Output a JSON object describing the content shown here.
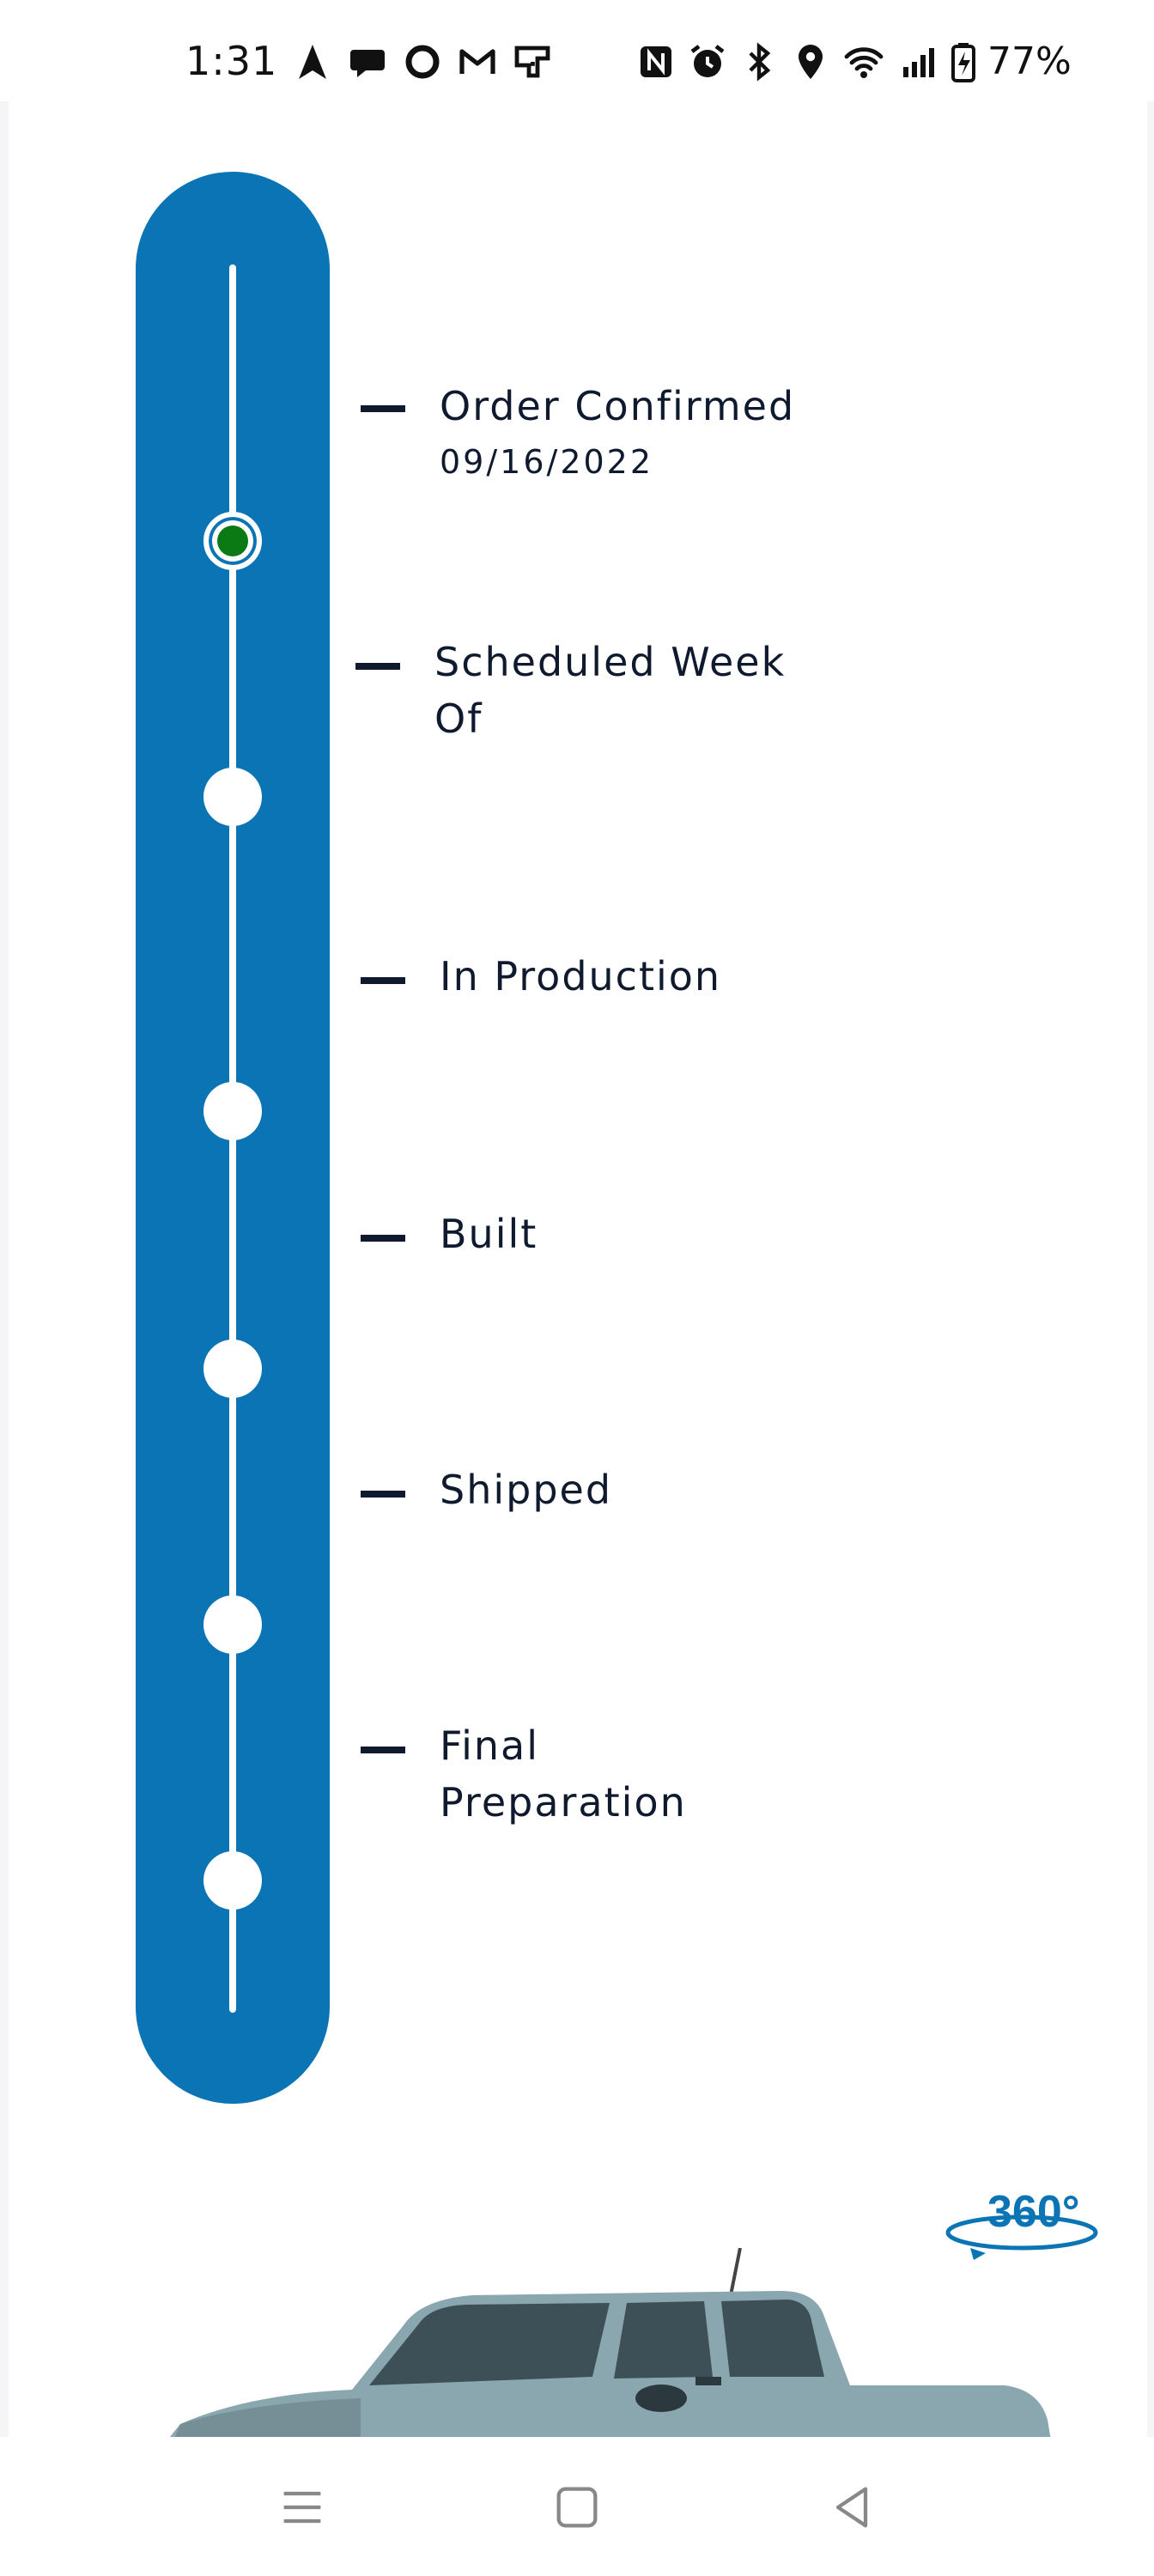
{
  "status_bar": {
    "time": "1:31",
    "battery": "77%",
    "left_icons": [
      "navigation-icon",
      "chat-icon",
      "circle-app-icon",
      "gmail-icon",
      "app-icon"
    ],
    "right_icons": [
      "nfc-icon",
      "alarm-icon",
      "bluetooth-icon",
      "location-icon",
      "wifi-icon",
      "signal-icon",
      "battery-icon"
    ]
  },
  "timeline": {
    "accent_color": "#0a74b4",
    "active_color": "#0c7a14",
    "steps": [
      {
        "label": "Order Confirmed",
        "date": "09/16/2022",
        "status": "complete"
      },
      {
        "label": "Scheduled Week Of",
        "status": "pending"
      },
      {
        "label": "In Production",
        "status": "pending"
      },
      {
        "label": "Built",
        "status": "pending"
      },
      {
        "label": "Shipped",
        "status": "pending"
      },
      {
        "label": "Final Preparation",
        "status": "pending"
      }
    ]
  },
  "viewer": {
    "badge": "360°",
    "icon": "rotate-360-icon"
  },
  "vehicle": {
    "icon": "pickup-truck-image",
    "body_color": "#8aa6ae"
  },
  "nav_bar": {
    "buttons": [
      "recents-button",
      "home-button",
      "back-button"
    ]
  }
}
